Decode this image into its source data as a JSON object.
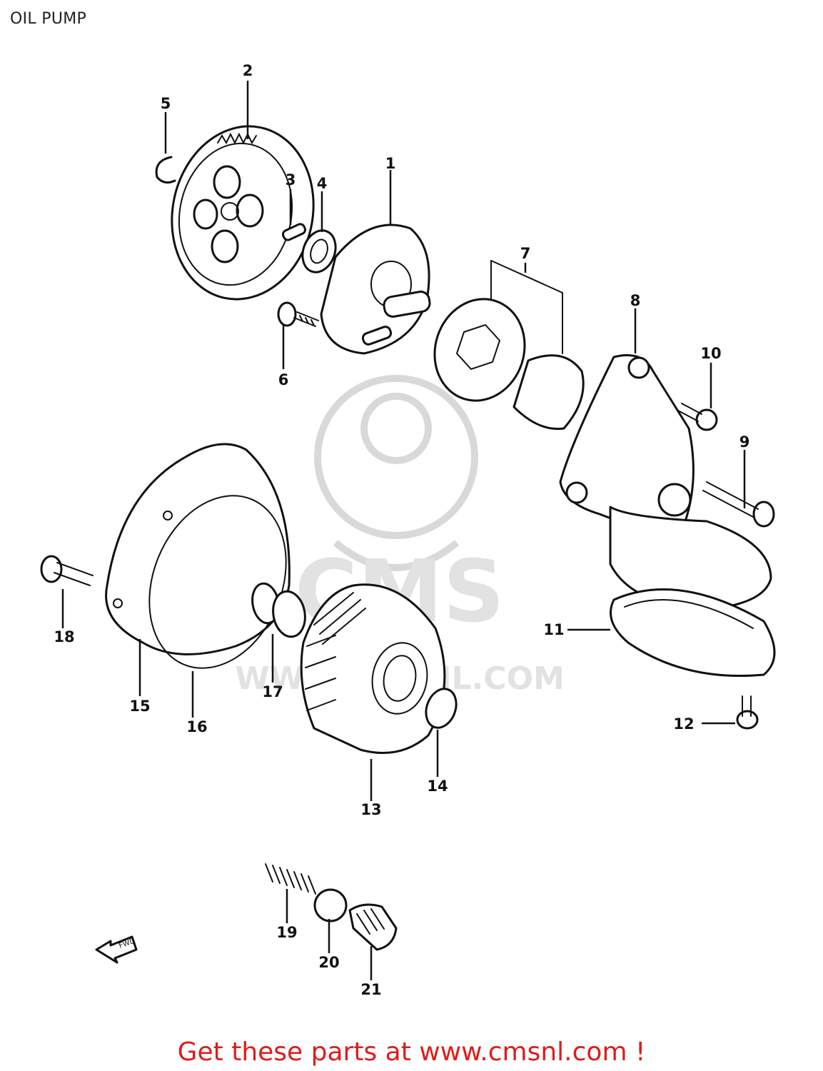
{
  "page": {
    "title": "OIL PUMP"
  },
  "watermark": {
    "brand": "CMS",
    "site": "WWW.CMSNL.COM"
  },
  "fwd_arrow_label": "FWD",
  "callouts": [
    "1",
    "2",
    "3",
    "4",
    "5",
    "6",
    "7",
    "8",
    "9",
    "10",
    "11",
    "12",
    "13",
    "14",
    "15",
    "16",
    "17",
    "18",
    "19",
    "20",
    "21"
  ],
  "cta": {
    "text": "Get these parts at www.cmsnl.com !"
  },
  "colors": {
    "cta": "#e21a1a",
    "line": "#111111",
    "watermark": "#d9d9d9"
  }
}
